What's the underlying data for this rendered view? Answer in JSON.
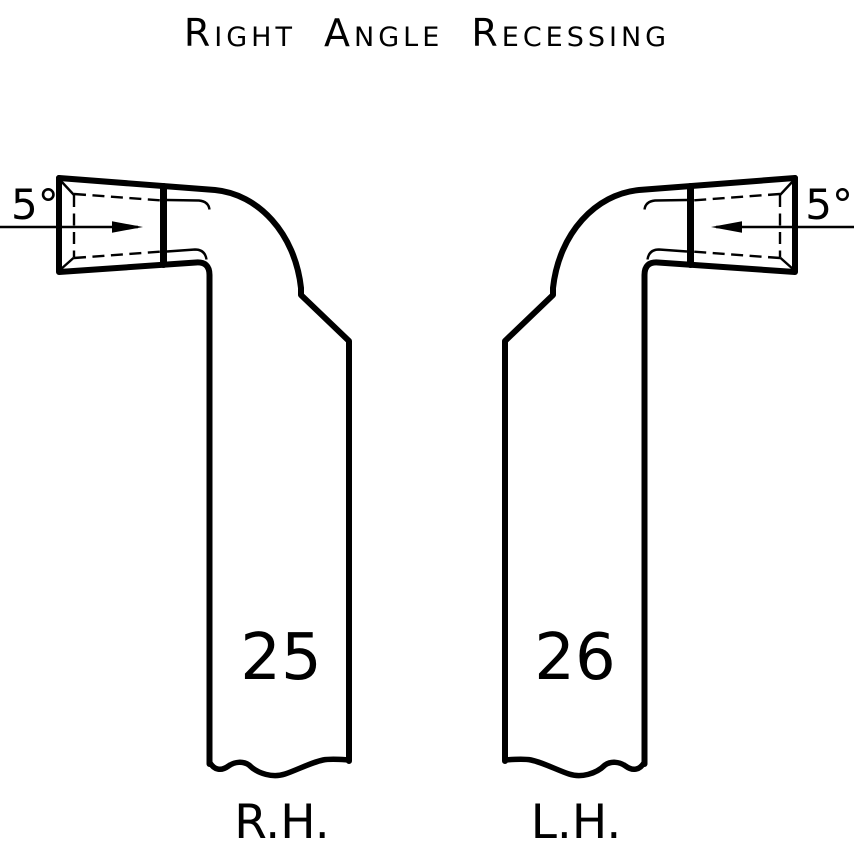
{
  "title": "Right Angle Recessing",
  "left_tool": {
    "angle_label": "5°",
    "number": "25",
    "hand_label": "R.H."
  },
  "right_tool": {
    "angle_label": "5°",
    "number": "26",
    "hand_label": "L.H."
  },
  "colors": {
    "line": "#000000",
    "background": "#ffffff"
  }
}
